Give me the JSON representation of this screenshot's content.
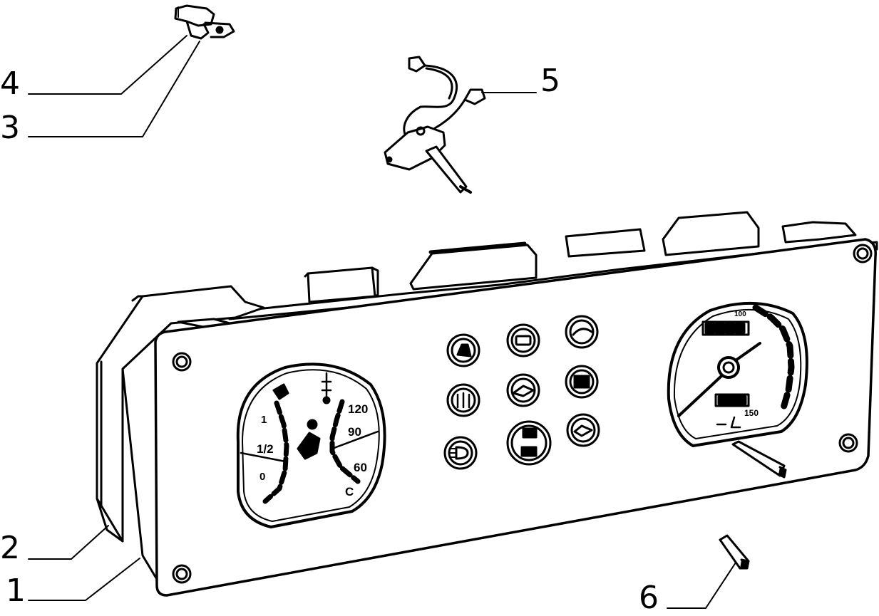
{
  "diagram": {
    "callouts": [
      {
        "id": "1",
        "label": "1"
      },
      {
        "id": "2",
        "label": "2"
      },
      {
        "id": "3",
        "label": "3"
      },
      {
        "id": "4",
        "label": "4"
      },
      {
        "id": "5",
        "label": "5"
      },
      {
        "id": "6",
        "label": "6"
      }
    ],
    "gauge_left": {
      "fuel_ticks": [
        "1",
        "1/2",
        "0"
      ],
      "temp_ticks": [
        "120",
        "90",
        "60",
        "C"
      ]
    },
    "speedometer": {
      "odometer_digits": 4,
      "marks": [
        "100",
        "150"
      ]
    },
    "colors": {
      "ink": "#000000",
      "paper": "#ffffff"
    }
  }
}
